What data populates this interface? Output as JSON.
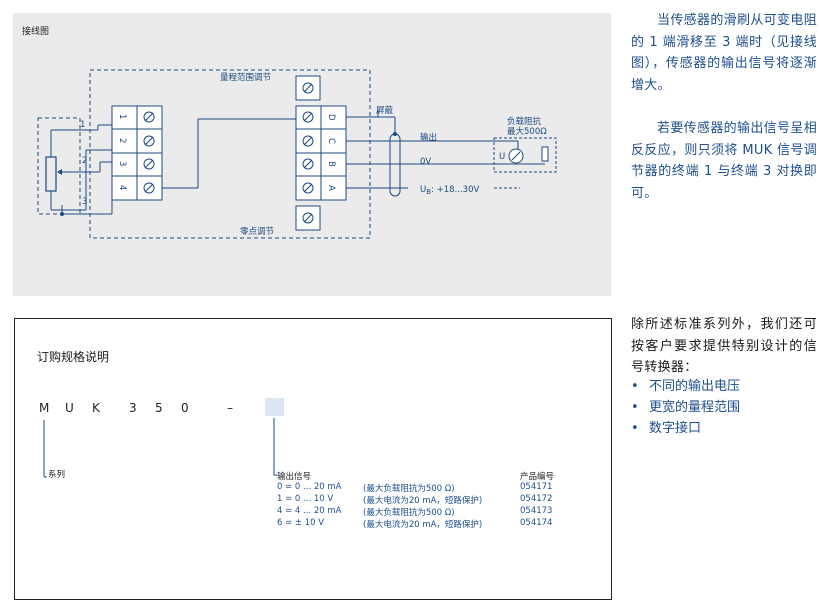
{
  "wiring": {
    "title": "接线图",
    "range_adjust": "量程范围调节",
    "zero_adjust": "零点调节",
    "shield": "屏蔽",
    "output": "输出",
    "zero_v": "0V",
    "supply": "U",
    "supply_sub": "B",
    "supply_value": ": +18...30V",
    "load_line1": "负载阻抗",
    "load_line2": "最大500Ω",
    "meter_u": "U",
    "left_terminals": [
      "1",
      "2",
      "3",
      "4"
    ],
    "right_terminals": [
      "D",
      "C",
      "B",
      "A"
    ],
    "pot_pins": [
      "1",
      "2",
      "3"
    ]
  },
  "side": {
    "para1": "当传感器的滑刷从可变电阻的 1 端滑移至 3 端时（见接线图），传感器的输出信号将逐渐增大。",
    "para2": "若要传感器的输出信号呈相反反应，则只须将 MUK 信号调节器的终端 1 与终端 3 对换即可。",
    "para3": "除所述标准系列外，我们还可按客户要求提供特别设计的信号转换器：",
    "bullet": "•",
    "features": [
      "不同的输出电压",
      "更宽的量程范围",
      "数字接口"
    ]
  },
  "order": {
    "title": "订购规格说明",
    "code_chars": [
      "M",
      "U",
      "K",
      "3",
      "5",
      "0",
      "–"
    ],
    "series_label": "系列",
    "output_header": "输出信号",
    "product_header": "产品编号",
    "rows": [
      {
        "signal": "0 = 0 ... 20 mA",
        "note": "(最大负载阻抗为500 Ω)",
        "code": "054171"
      },
      {
        "signal": "1 = 0 ... 10 V",
        "note": "(最大电流为20 mA，短路保护)",
        "code": "054172"
      },
      {
        "signal": "4 = 4 ... 20 mA",
        "note": "(最大负载阻抗为500 Ω)",
        "code": "054173"
      },
      {
        "signal": "6 =  ± 10 V",
        "note": "(最大电流为20 mA，短路保护)",
        "code": "054174"
      }
    ]
  }
}
